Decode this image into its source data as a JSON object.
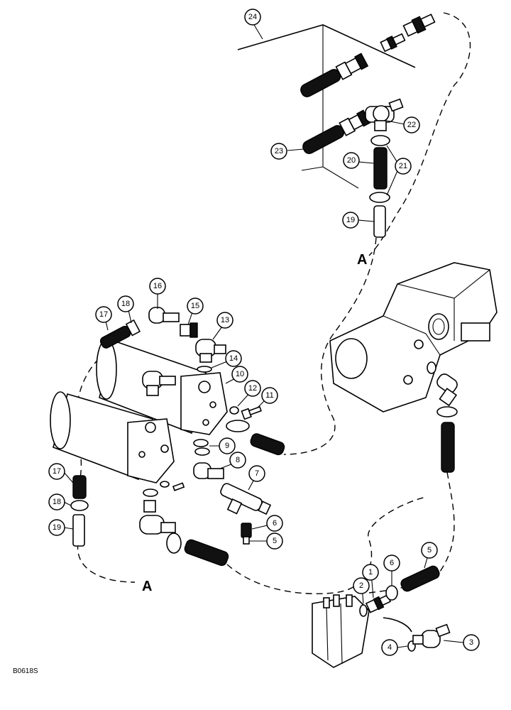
{
  "diagram": {
    "drawing_id": "B0618S",
    "connection_labels": [
      "A",
      "A"
    ],
    "callouts": [
      "24",
      "22",
      "23",
      "20",
      "21",
      "19",
      "16",
      "15",
      "13",
      "18",
      "17",
      "14",
      "10",
      "12",
      "11",
      "9",
      "8",
      "7",
      "17",
      "18",
      "19",
      "6",
      "5",
      "5",
      "1",
      "2",
      "6",
      "4",
      "3"
    ]
  }
}
